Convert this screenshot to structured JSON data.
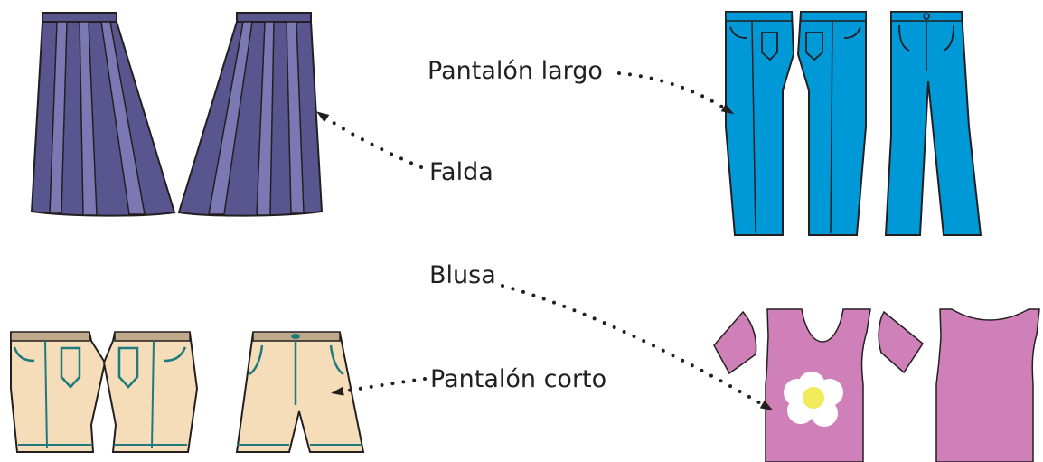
{
  "labels": {
    "long_pants": "Pantalón largo",
    "skirt": "Falda",
    "blouse": "Blusa",
    "shorts": "Pantalón corto"
  },
  "colors": {
    "skirt_dark": "#59558f",
    "skirt_light": "#7b78b3",
    "jeans": "#0099d8",
    "shorts_fill": "#f5ddb9",
    "shorts_band": "#bfa98a",
    "shorts_stitch": "#1f7a7d",
    "shirt": "#cf80b9",
    "flower_petal": "#ffffff",
    "flower_center": "#f1ea5b",
    "line": "#231f20"
  },
  "icons": [
    "skirt-front",
    "skirt-back",
    "jeans-back",
    "jeans-front",
    "shorts-back",
    "shorts-front",
    "shirt-front",
    "shirt-back",
    "sleeve-left",
    "sleeve-right",
    "flower"
  ]
}
